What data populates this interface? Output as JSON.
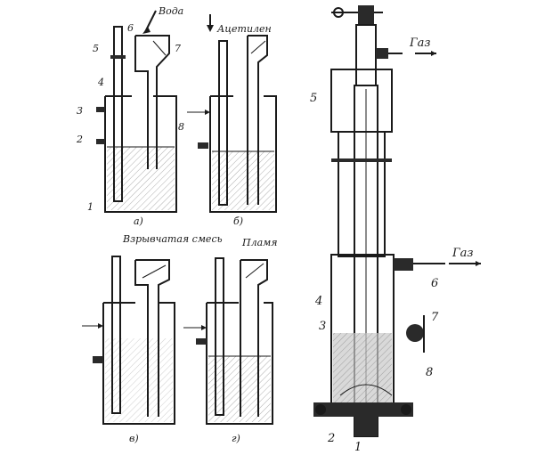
{
  "left_panels": {
    "panel_a": {
      "caption": "а)",
      "inlet_label": "Вода",
      "callouts": {
        "n1": "1",
        "n2": "2",
        "n3": "3",
        "n4": "4",
        "n5": "5",
        "n6": "6",
        "n7": "7",
        "n8": "8"
      }
    },
    "panel_b": {
      "caption": "б)",
      "inlet_label": "Ацетилен"
    },
    "panel_c": {
      "caption": "в)",
      "inlet_label": "Взрывчатая смесь"
    },
    "panel_d": {
      "caption": "г)",
      "inlet_label": "Пламя"
    }
  },
  "right_device": {
    "gas_out_top": "Газ",
    "gas_out_side": "Газ",
    "callouts": {
      "n1": "1",
      "n2": "2",
      "n3": "3",
      "n4": "4",
      "n5": "5",
      "n6": "6",
      "n7": "7",
      "n8": "8"
    }
  }
}
